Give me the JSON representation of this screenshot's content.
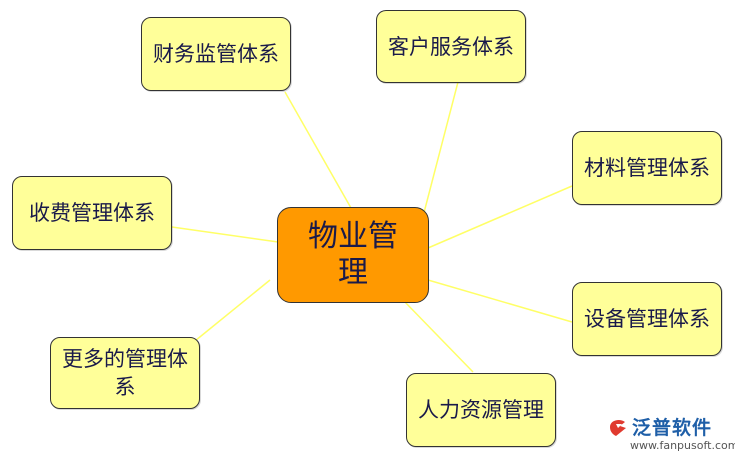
{
  "center": {
    "label": "物业管理"
  },
  "nodes": [
    {
      "label": "财务监管体系"
    },
    {
      "label": "客户服务体系"
    },
    {
      "label": "材料管理体系"
    },
    {
      "label": "收费管理体系"
    },
    {
      "label": "设备管理体系"
    },
    {
      "label": "更多的管理体系"
    },
    {
      "label": "人力资源管理"
    }
  ],
  "logo": {
    "name": "泛普软件",
    "url": "www.fanpusoft.com"
  },
  "colors": {
    "center_fill": "#ff9900",
    "node_fill": "#ffff99",
    "connector": "#ffff66"
  }
}
